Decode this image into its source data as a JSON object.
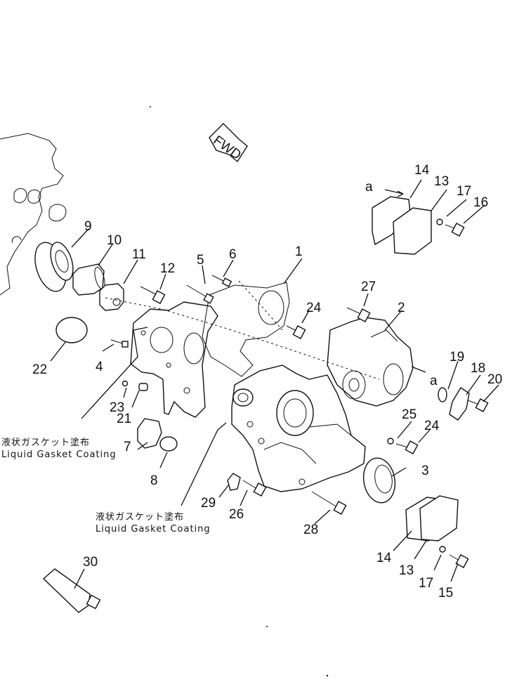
{
  "fwd_label": "FWD",
  "view_marker": "a",
  "notes": [
    {
      "jp": "液状ガスケット塗布",
      "en": "Liquid Gasket Coating"
    },
    {
      "jp": "液状ガスケット塗布",
      "en": "Liquid Gasket Coating"
    }
  ],
  "callouts": [
    "1",
    "2",
    "3",
    "4",
    "5",
    "6",
    "7",
    "8",
    "9",
    "10",
    "11",
    "12",
    "13",
    "14",
    "15",
    "16",
    "17",
    "19",
    "18",
    "20",
    "21",
    "22",
    "23",
    "24",
    "24",
    "25",
    "26",
    "27",
    "28",
    "29",
    "30",
    "14",
    "13",
    "17"
  ]
}
